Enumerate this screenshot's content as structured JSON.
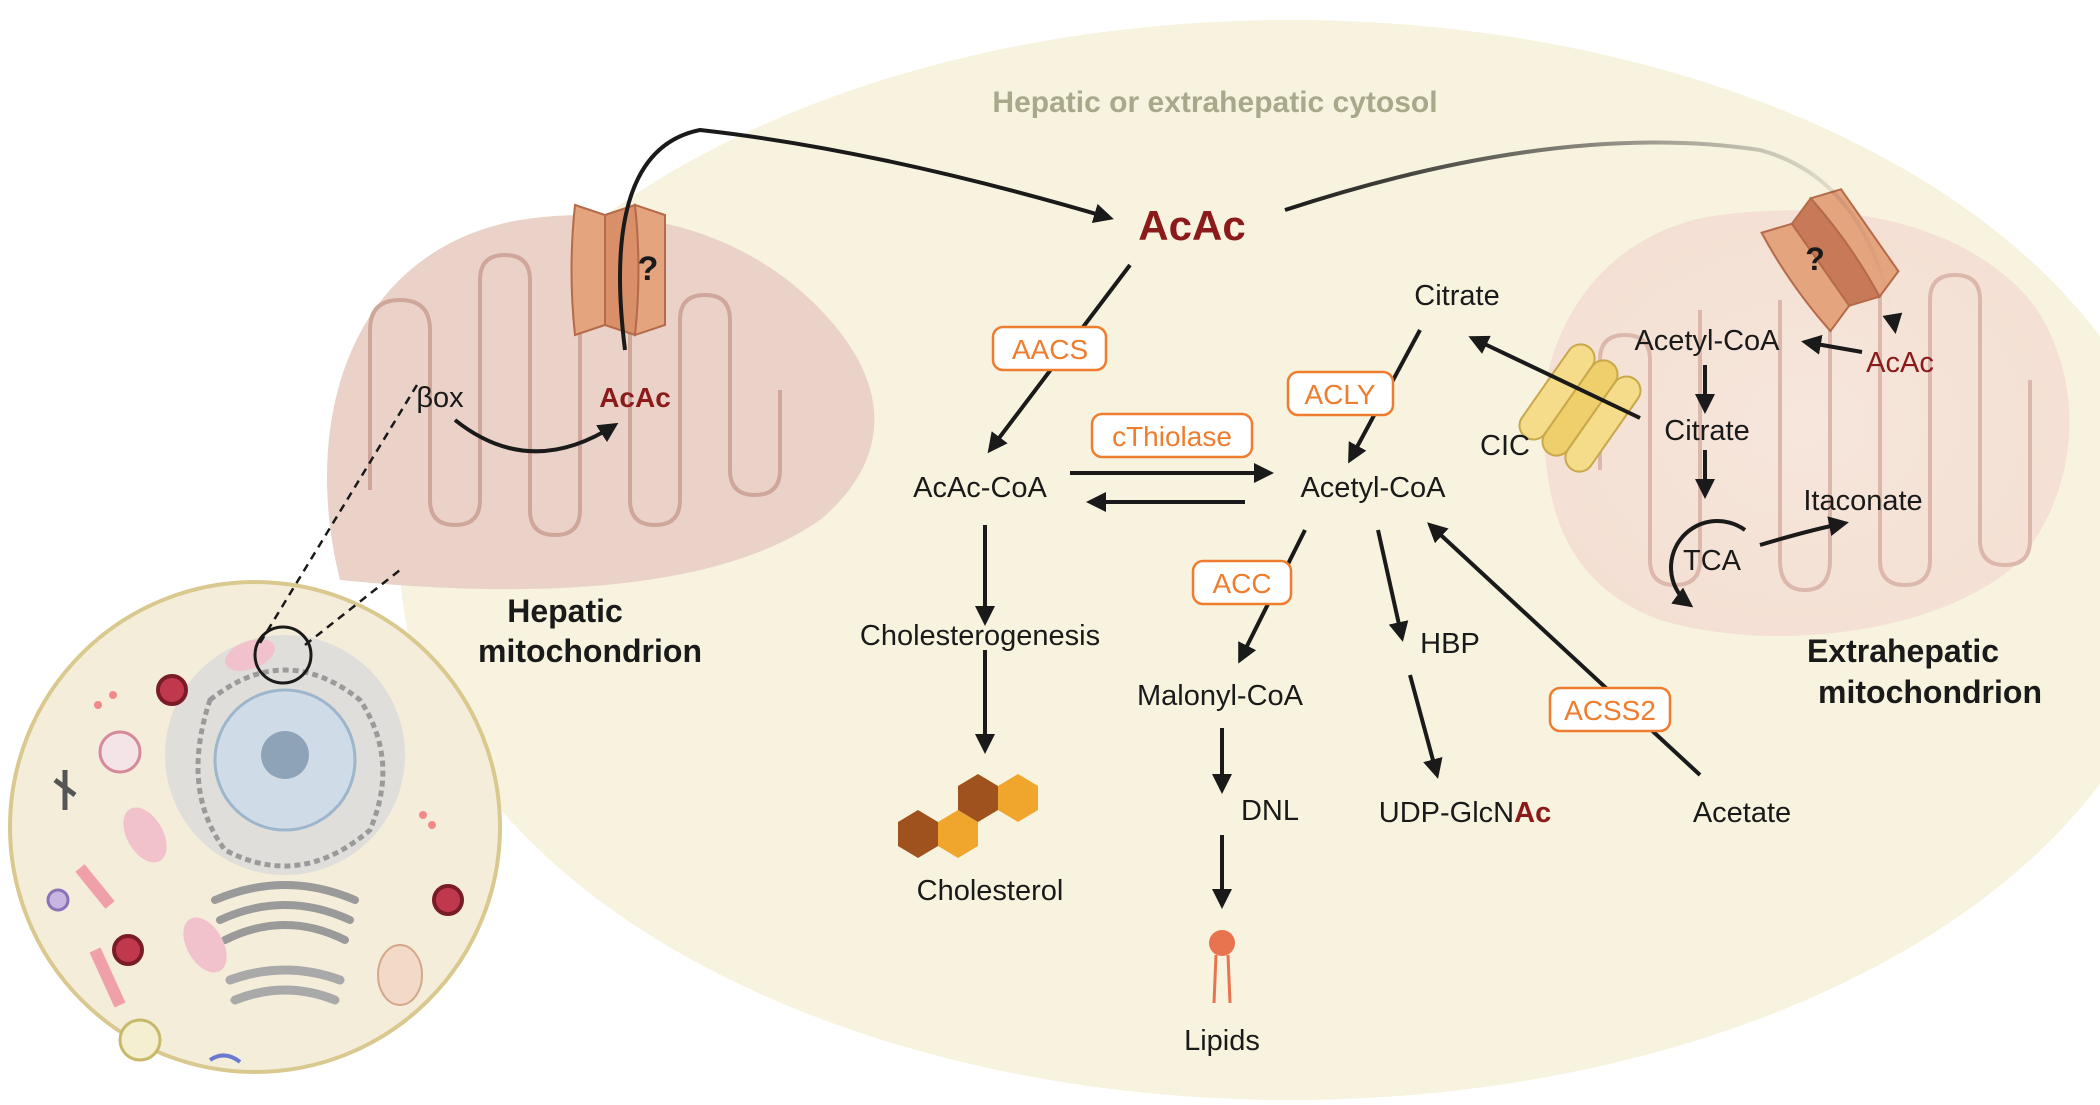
{
  "title": "Hepatic or extrahepatic cytosol",
  "center": {
    "acac_main": "AcAc",
    "citrate_top": "Citrate",
    "acac_coa": "AcAc-CoA",
    "acetyl_coa": "Acetyl-CoA",
    "cholesterogenesis": "Cholesterogenesis",
    "cholesterol": "Cholesterol",
    "malonyl_coa": "Malonyl-CoA",
    "dnl": "DNL",
    "lipids": "Lipids",
    "hbp": "HBP",
    "udp_prefix": "UDP-GlcN",
    "udp_suffix": "Ac",
    "acetate": "Acetate"
  },
  "enzymes": {
    "aacs": "AACS",
    "cthiolase": "cThiolase",
    "acly": "ACLY",
    "acc": "ACC",
    "acss2": "ACSS2"
  },
  "hepatic": {
    "beta_ox": "βox",
    "acac": "AcAc",
    "transporter_mark": "?",
    "label_line1": "Hepatic",
    "label_line2": "mitochondrion"
  },
  "extrahepatic": {
    "acetyl_coa": "Acetyl-CoA",
    "acac": "AcAc",
    "citrate": "Citrate",
    "tca": "TCA",
    "itaconate": "Itaconate",
    "cic": "CIC",
    "transporter_mark": "?",
    "label_line1": "Extrahepatic",
    "label_line2": "mitochondrion"
  },
  "colors": {
    "cytosol": "#f7f3df",
    "mito_fill": "#ead2c8",
    "mito_line": "#cfa69a",
    "transporter": "#e4a47e",
    "enzyme": "#ef7d2f",
    "acac": "#8b1a1a",
    "title": "#a8a88a",
    "cic": "#f5dc8a",
    "cholesterol_dark": "#a0521e",
    "cholesterol_light": "#f0a52c"
  }
}
